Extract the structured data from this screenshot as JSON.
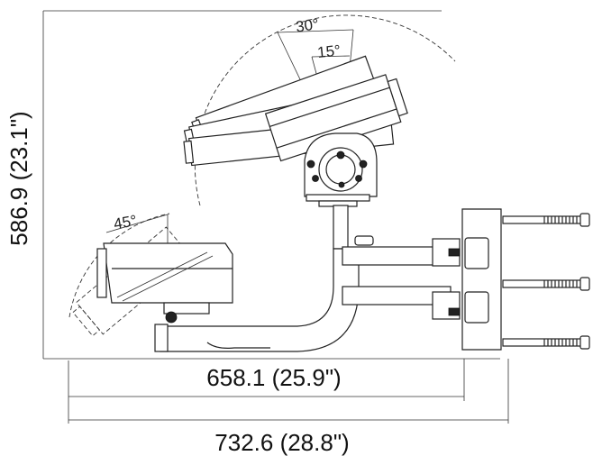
{
  "dimensions": {
    "height_label": "586.9 (23.1\")",
    "inner_width_label": "658.1 (25.9\")",
    "outer_width_label": "732.6 (28.8\")"
  },
  "angles": {
    "tilt_max": "30°",
    "tilt_mid": "15°",
    "pan_left": "45°"
  },
  "colors": {
    "line": "#222222",
    "background": "#ffffff"
  }
}
